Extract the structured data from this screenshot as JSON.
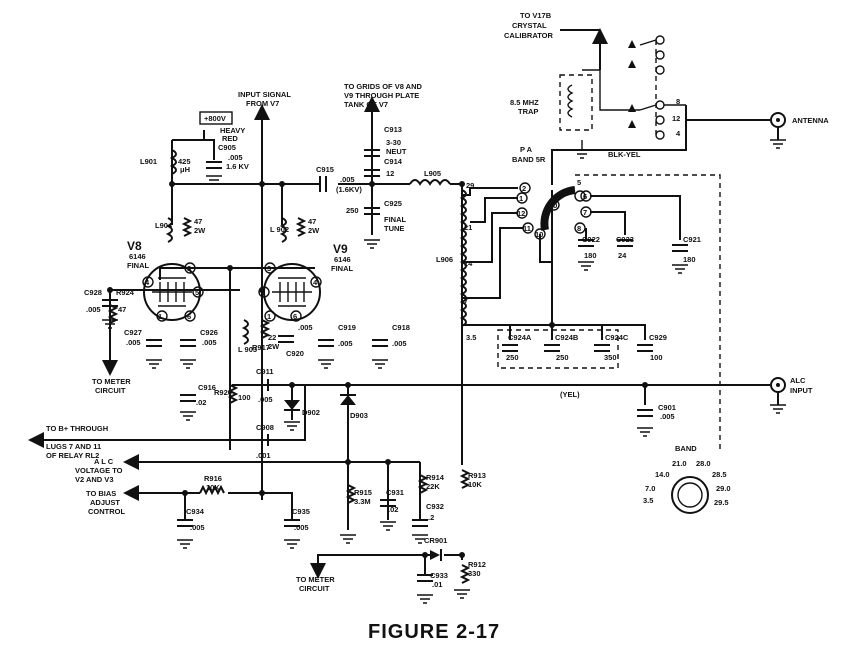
{
  "figure": {
    "title": "FIGURE 2-17"
  },
  "tubes": {
    "v8": {
      "name": "V8",
      "type": "6146",
      "role": "FINAL"
    },
    "v9": {
      "name": "V9",
      "type": "6146",
      "role": "FINAL"
    }
  },
  "labels": {
    "input_signal": [
      "INPUT SIGNAL",
      "FROM V7"
    ],
    "grids": [
      "TO GRIDS OF V8 AND",
      "V9 THROUGH PLATE",
      "TANK OF V7"
    ],
    "v17b": [
      "TO V17B",
      "CRYSTAL",
      "CALIBRATOR"
    ],
    "trap": [
      "8.5 MHZ",
      "TRAP"
    ],
    "antenna": "ANTENNA",
    "alc_input": [
      "ALC",
      "INPUT"
    ],
    "pa_band": [
      "P A",
      "BAND 5R"
    ],
    "blk_yel": "BLK-YEL",
    "yel": "(YEL)",
    "meter_circuit_1": [
      "TO METER",
      "CIRCUIT"
    ],
    "meter_circuit_2": [
      "TO METER",
      "CIRCUIT"
    ],
    "b_plus": [
      "TO B+ THROUGH",
      "LUGS 7 AND 11",
      "OF RELAY RL2"
    ],
    "alc_voltage": [
      "A L C",
      "VOLTAGE TO",
      "V2 AND V3"
    ],
    "bias_adjust": [
      "TO BIAS",
      "ADJUST",
      "CONTROL"
    ],
    "hv_box": "+800V",
    "heavy_red": [
      "HEAVY",
      "RED"
    ],
    "band_title": "BAND",
    "band_positions": [
      "3.5",
      "7.0",
      "14.0",
      "21.0",
      "28.0",
      "28.5",
      "29.0",
      "29.5"
    ]
  },
  "components": {
    "l901": [
      "L901",
      "425",
      "μH"
    ],
    "c905": [
      "C905",
      ".005",
      "1.6 KV"
    ],
    "c915": [
      "C915",
      ".005",
      "(1.6KV)"
    ],
    "l905": "L905",
    "c913": [
      "C913",
      "3-30",
      "NEUT"
    ],
    "c914": [
      "C914",
      "12"
    ],
    "c925": [
      "C925",
      "250",
      "FINAL",
      "TUNE"
    ],
    "l904": "L904",
    "r904": [
      "47",
      "2W"
    ],
    "l902": "L 902",
    "r902": [
      "47",
      "2W"
    ],
    "c928": [
      "C928",
      ".005"
    ],
    "r924": [
      "R924",
      "47"
    ],
    "c927": [
      "C927",
      ".005"
    ],
    "c926": [
      "C926",
      ".005"
    ],
    "r917": [
      "R917",
      "22",
      "2W"
    ],
    "l903": "L 903",
    "c920": [
      "C920",
      ".005"
    ],
    "c919": [
      "C919",
      ".005"
    ],
    "c918": [
      "C918",
      ".005"
    ],
    "c916": [
      "C916",
      ".02"
    ],
    "r920": [
      "R920",
      "100"
    ],
    "c911": [
      "C911",
      ".005"
    ],
    "c908": [
      "C908",
      ".001"
    ],
    "d902": "D902",
    "d903": "D903",
    "r916": [
      "R916",
      "10K"
    ],
    "c934": [
      "C934",
      ".005"
    ],
    "c935": [
      "C935",
      ".005"
    ],
    "r915": [
      "R915",
      "3.3M"
    ],
    "c931": [
      "C931",
      ".02"
    ],
    "r914": [
      "R914",
      "22K"
    ],
    "c932": [
      "C932",
      ".2"
    ],
    "r913": [
      "R913",
      "10K"
    ],
    "cr901": "CR901",
    "c933": [
      "C933",
      ".01"
    ],
    "r912": [
      "R912",
      "330"
    ],
    "l906": "L906",
    "taps": [
      "29",
      "21",
      "14",
      "7",
      "3.5"
    ],
    "c922": [
      "C922",
      "180"
    ],
    "c923": [
      "C923",
      "24"
    ],
    "c921": [
      "C921",
      "180"
    ],
    "c924a": [
      "C924A",
      "250"
    ],
    "c924b": [
      "C924B",
      "250"
    ],
    "c924c": [
      "C924C",
      "350"
    ],
    "c929": [
      "C929",
      "100"
    ],
    "c901": [
      "C901",
      ".005"
    ],
    "relay_pins": [
      "8",
      "12",
      "4"
    ],
    "switch_pins": [
      "2",
      "1",
      "12",
      "11",
      "10",
      "10",
      "5",
      "6",
      "7",
      "8"
    ],
    "tube_pins": [
      "3",
      "1",
      "6",
      "5",
      "4",
      "5",
      "3",
      "1",
      "6",
      "4"
    ]
  }
}
